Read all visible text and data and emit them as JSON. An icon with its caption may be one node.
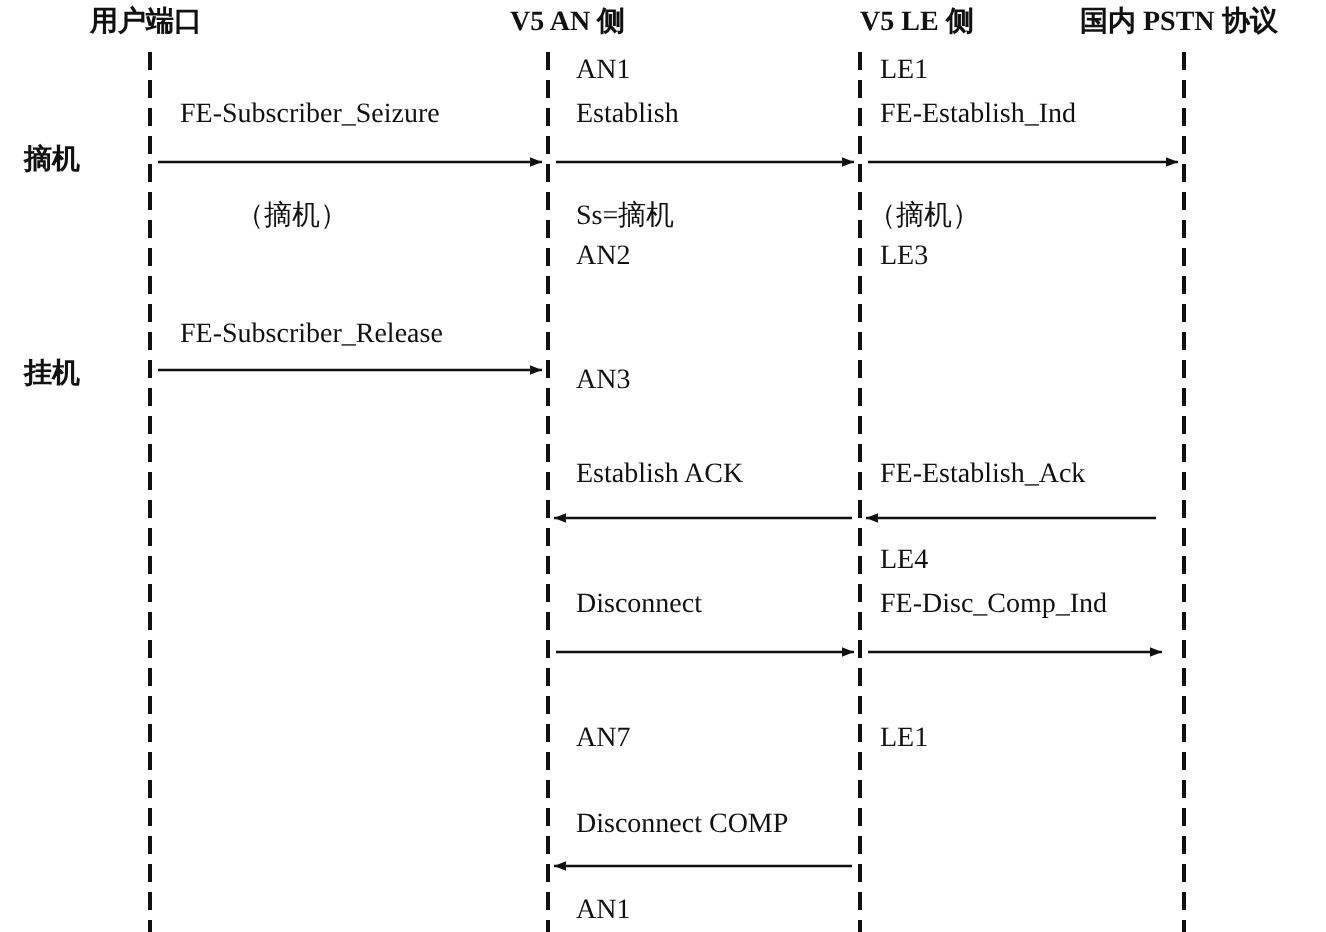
{
  "diagram": {
    "nodes": [
      {
        "text": [
          "用户端口"
        ]
      },
      {
        "text": [
          "V5 AN 侧"
        ]
      },
      {
        "text": [
          "V5 LE 侧"
        ]
      },
      {
        "text": [
          "国内 PSTN 协议"
        ]
      }
    ],
    "edges": [
      {
        "from": 0,
        "to": 1,
        "arrow": "to",
        "label": "FE-Subscriber_Seizure"
      },
      {
        "from": 1,
        "to": 2,
        "arrow": "to",
        "label": "Establish"
      },
      {
        "from": 2,
        "to": 3,
        "arrow": "to",
        "label": "FE-Establish_Ind"
      },
      {
        "from": 0,
        "to": 1,
        "arrow": "to",
        "label": "FE-Subscriber_Release"
      },
      {
        "from": 3,
        "to": 2,
        "arrow": "to",
        "label": "FE-Establish_Ack"
      },
      {
        "from": 2,
        "to": 1,
        "arrow": "to",
        "label": "Establish ACK"
      },
      {
        "from": 1,
        "to": 2,
        "arrow": "to",
        "label": "Disconnect"
      },
      {
        "from": 2,
        "to": 3,
        "arrow": "to",
        "label": "FE-Disc_Comp_Ind"
      },
      {
        "from": 2,
        "to": 1,
        "arrow": "to",
        "label": "Disconnect COMP"
      }
    ],
    "labels": [
      "AN1",
      "LE1",
      "摘机",
      "（摘机）",
      "Ss=摘机",
      "（摘机）",
      "AN2",
      "LE3",
      "挂机",
      "AN3",
      "LE4",
      "AN7",
      "LE1",
      "AN1"
    ]
  }
}
